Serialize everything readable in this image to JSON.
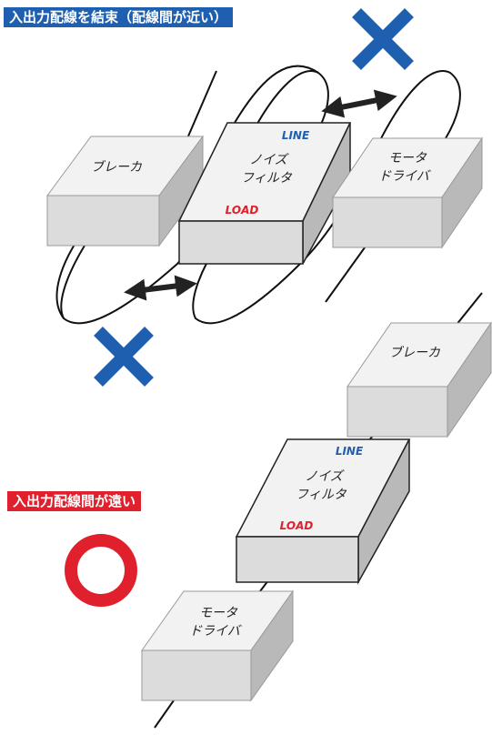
{
  "bad_example": {
    "title": "入出力配線を結束（配線間が近い）",
    "mark_color": "#1f5fb0",
    "title_bg": "#1f5fb0",
    "breaker_label": [
      "ブレーカ"
    ],
    "filter_label": [
      "ノイズ",
      "フィルタ"
    ],
    "filter_line": "LINE",
    "filter_load": "LOAD",
    "driver_label": [
      "モータ",
      "ドライバ"
    ]
  },
  "good_example": {
    "title": "入出力配線間が遠い",
    "mark_color": "#e0202c",
    "title_bg": "#e0202c",
    "breaker_label": [
      "ブレーカ"
    ],
    "filter_label": [
      "ノイズ",
      "フィルタ"
    ],
    "filter_line": "LINE",
    "filter_load": "LOAD",
    "driver_label": [
      "モータ",
      "ドライバ"
    ]
  },
  "colors": {
    "line_text": "#1f5fb0",
    "load_text": "#e0202c",
    "box_top": "#f2f2f2",
    "box_front": "#dcdcdc",
    "box_side": "#b9b9b9"
  }
}
